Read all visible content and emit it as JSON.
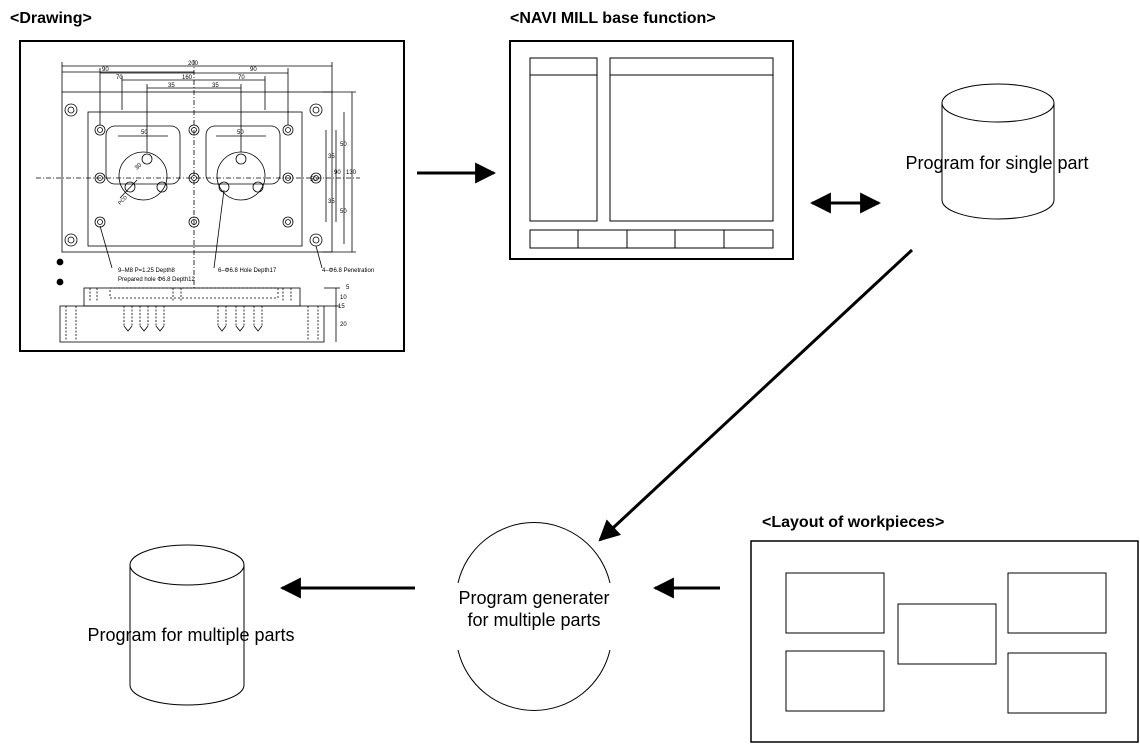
{
  "titles": {
    "drawing": "<Drawing>",
    "navi": "<NAVI MILL base function>",
    "layout": "<Layout of workpieces>"
  },
  "labels": {
    "single": "Program for single part",
    "generator_line1": "Program generater",
    "generator_line2": "for multiple parts",
    "multiple": "Program for multiple parts"
  },
  "drawing": {
    "dims": {
      "d200": "200",
      "d160": "160",
      "d90l": "90",
      "d90r": "90",
      "d70l": "70",
      "d70r": "70",
      "d35l": "35",
      "d35r": "35",
      "d50a": "50",
      "d50b": "50",
      "d50r1": "50",
      "d50r2": "50",
      "d35r1": "35",
      "d35r2": "35",
      "d90v": "90",
      "d130": "130",
      "d50mid": "50",
      "d10": "10",
      "d15": "15",
      "d20": "20",
      "d5": "5",
      "r30": "30",
      "pcd": "PCD"
    },
    "notes": {
      "m8": "9–M8 P=1.25 Depth8",
      "prepared": "Prepared hole Φ6.8 Depth12",
      "hole17": "6–Φ6.8 Hole Depth17",
      "penetration": "4–Φ6.8 Penetration"
    }
  },
  "colors": {
    "ink": "#000000",
    "background": "#ffffff"
  }
}
